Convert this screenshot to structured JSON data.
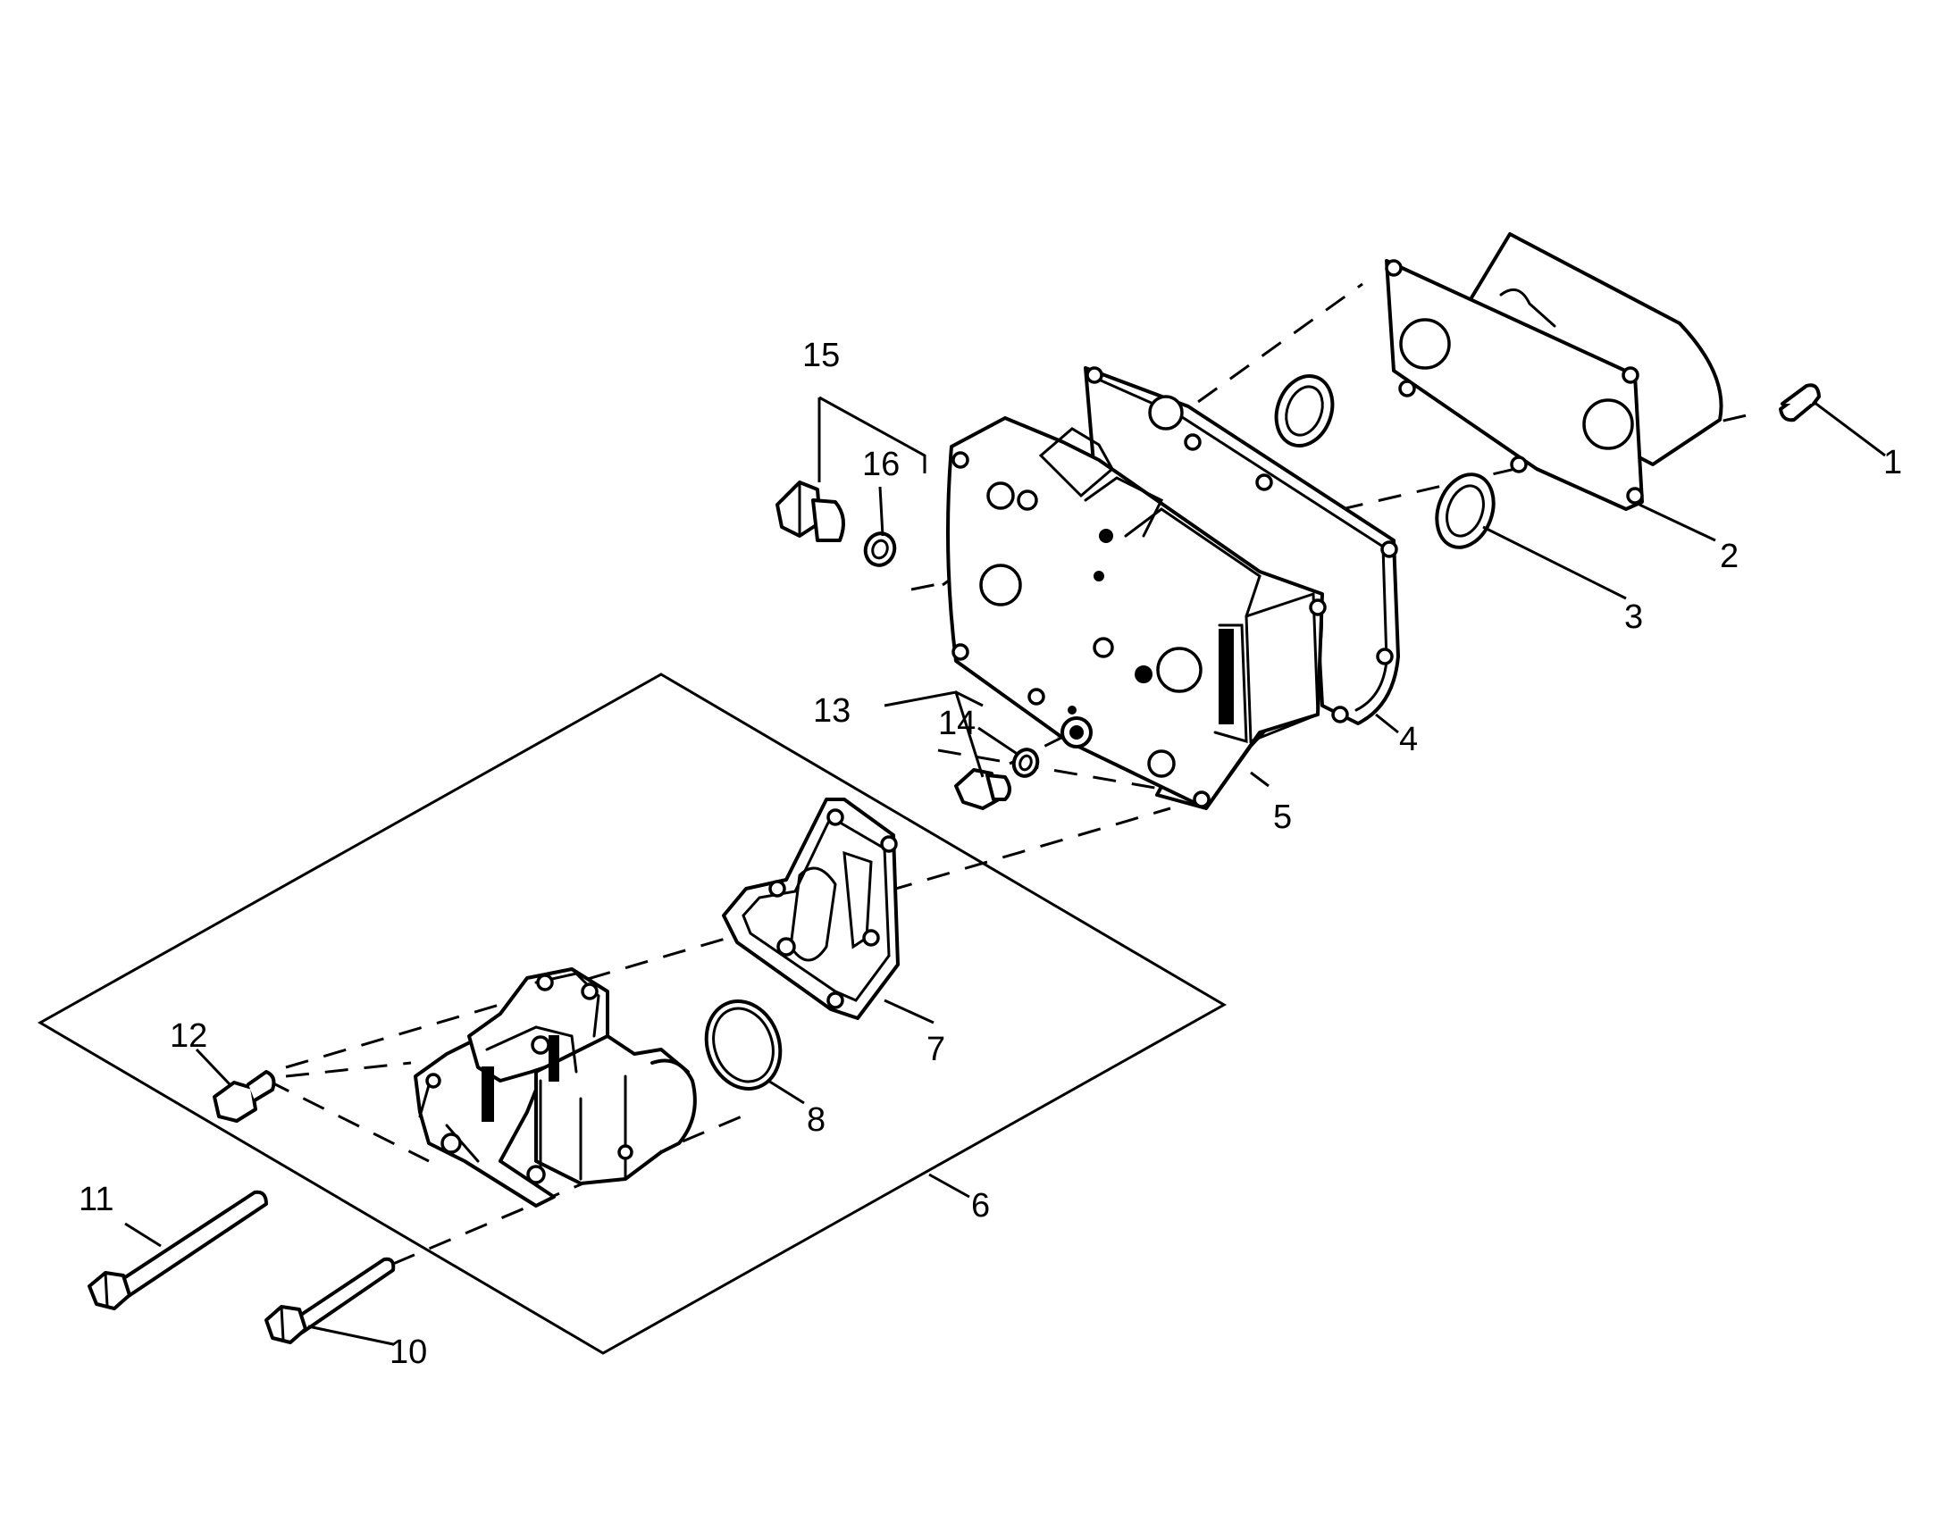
{
  "callouts": [
    {
      "id": "1",
      "label": "1"
    },
    {
      "id": "2",
      "label": "2"
    },
    {
      "id": "3",
      "label": "3"
    },
    {
      "id": "4",
      "label": "4"
    },
    {
      "id": "5",
      "label": "5"
    },
    {
      "id": "6",
      "label": "6"
    },
    {
      "id": "7",
      "label": "7"
    },
    {
      "id": "8",
      "label": "8"
    },
    {
      "id": "10",
      "label": "10"
    },
    {
      "id": "11",
      "label": "11"
    },
    {
      "id": "12",
      "label": "12"
    },
    {
      "id": "13",
      "label": "13"
    },
    {
      "id": "14",
      "label": "14"
    },
    {
      "id": "15",
      "label": "15"
    },
    {
      "id": "16",
      "label": "16"
    }
  ],
  "colors": {
    "line": "#000000",
    "background": "#ffffff"
  }
}
